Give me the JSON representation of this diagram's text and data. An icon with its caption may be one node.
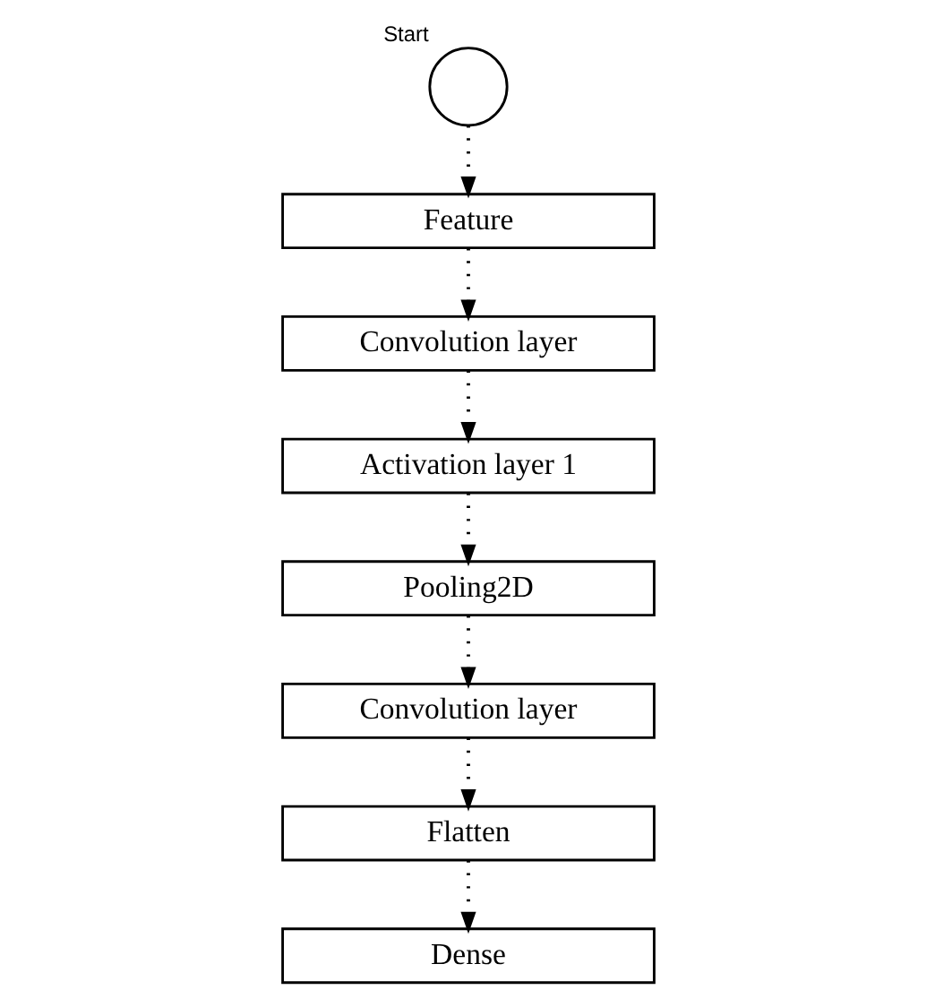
{
  "diagram": {
    "nodes": [
      {
        "text": [],
        "shape": "circle",
        "beside": [
          "Start"
        ]
      },
      {
        "text": [
          "Feature"
        ]
      },
      {
        "text": [
          "Convolution layer"
        ]
      },
      {
        "text": [
          "Activation layer 1"
        ]
      },
      {
        "text": [
          "Pooling2D"
        ]
      },
      {
        "text": [
          "Convolution layer"
        ]
      },
      {
        "text": [
          "Flatten"
        ]
      },
      {
        "text": [
          "Dense"
        ]
      }
    ],
    "edges": [
      {
        "from": 0,
        "to": 1,
        "arrow": "to",
        "style": "dashed"
      },
      {
        "from": 1,
        "to": 2,
        "arrow": "to",
        "style": "dashed"
      },
      {
        "from": 2,
        "to": 3,
        "arrow": "to",
        "style": "dashed"
      },
      {
        "from": 3,
        "to": 4,
        "arrow": "to",
        "style": "dashed"
      },
      {
        "from": 4,
        "to": 5,
        "arrow": "to",
        "style": "dashed"
      },
      {
        "from": 5,
        "to": 6,
        "arrow": "to",
        "style": "dashed"
      },
      {
        "from": 6,
        "to": 7,
        "arrow": "to",
        "style": "dashed"
      }
    ]
  }
}
